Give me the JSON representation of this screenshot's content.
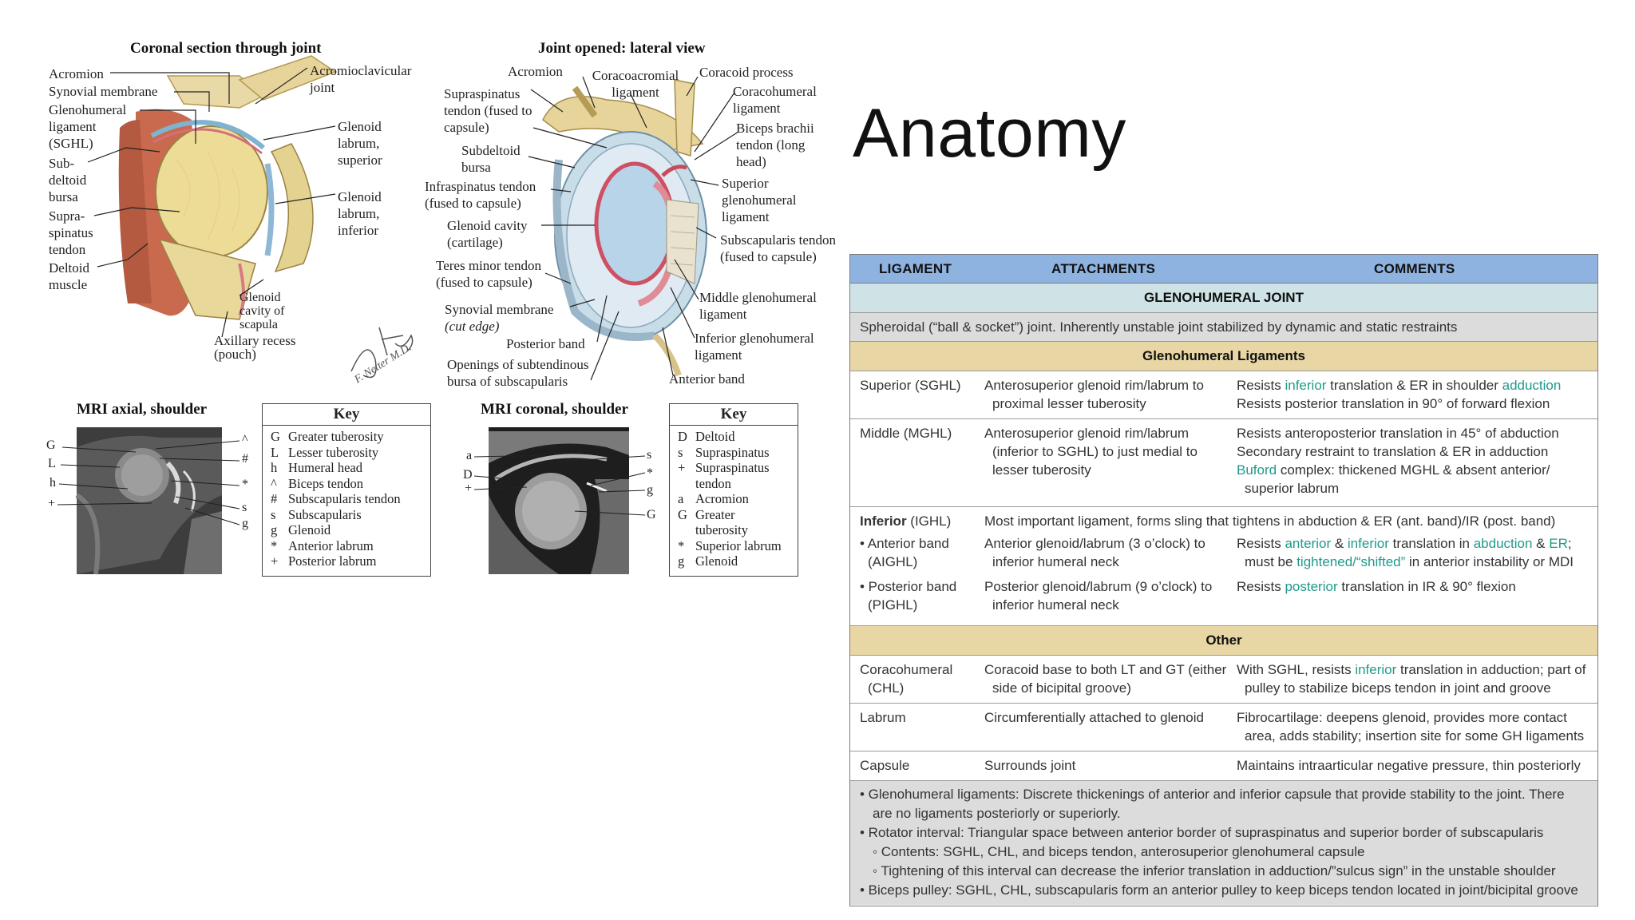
{
  "slide": {
    "title": "Anatomy"
  },
  "figure": {
    "coronal": {
      "title": "Coronal section through joint",
      "labels": {
        "acromion": "Acromion",
        "synovial": "Synovial membrane",
        "gh_lig": "Glenohumeral ligament (SGHL)",
        "subdeltoid": "Sub-deltoid bursa",
        "supraspinatus": "Supra-spinatus tendon",
        "deltoid": "Deltoid muscle",
        "ac_joint": "Acromioclavicular joint",
        "labrum_sup": "Glenoid labrum, superior",
        "labrum_inf": "Glenoid labrum, inferior",
        "glenoid_cavity": "Glenoid cavity of scapula",
        "axillary": "Axillary recess (pouch)"
      }
    },
    "lateral": {
      "title": "Joint opened: lateral view",
      "labels": {
        "acromion": "Acromion",
        "coracoacromial": "Coracoacromial ligament",
        "coracoid": "Coracoid process",
        "coracohumeral": "Coracohumeral ligament",
        "biceps": "Biceps brachii tendon (long head)",
        "sup_gh": "Superior glenohumeral ligament",
        "subscap": "Subscapularis tendon (fused to capsule)",
        "mid_gh": "Middle glenohumeral ligament",
        "inf_gh": "Inferior glenohumeral ligament",
        "anterior_band": "Anterior band",
        "supraspinatus": "Supraspinatus tendon (fused to capsule)",
        "subdeltoid": "Subdeltoid bursa",
        "infraspinatus": "Infraspinatus tendon (fused to capsule)",
        "glenoid_cavity": "Glenoid cavity (cartilage)",
        "teres_minor": "Teres minor tendon (fused to capsule)",
        "synovial": "Synovial membrane",
        "cut_edge": "(cut edge)",
        "posterior_band": "Posterior band",
        "openings": "Openings of subtendinous bursa of subscapularis"
      },
      "signature": "F. Netter M.D."
    },
    "mri_axial": {
      "title": "MRI axial, shoulder",
      "left_marks": [
        "G",
        "L",
        "h",
        "+"
      ],
      "right_marks": [
        "^",
        "#",
        "*",
        "s",
        "g"
      ],
      "key_title": "Key",
      "key": [
        {
          "sym": "G",
          "text": "Greater tuberosity"
        },
        {
          "sym": "L",
          "text": "Lesser tuberosity"
        },
        {
          "sym": "h",
          "text": "Humeral head"
        },
        {
          "sym": "^",
          "text": "Biceps tendon"
        },
        {
          "sym": "#",
          "text": "Subscapularis tendon"
        },
        {
          "sym": "s",
          "text": "Subscapularis"
        },
        {
          "sym": "g",
          "text": "Glenoid"
        },
        {
          "sym": "*",
          "text": "Anterior labrum"
        },
        {
          "sym": "+",
          "text": "Posterior labrum"
        }
      ]
    },
    "mri_coronal": {
      "title": "MRI coronal, shoulder",
      "left_marks": [
        "a",
        "D",
        "+"
      ],
      "right_marks": [
        "s",
        "*",
        "g",
        "G"
      ],
      "key_title": "Key",
      "key": [
        {
          "sym": "D",
          "text": "Deltoid"
        },
        {
          "sym": "s",
          "text": "Supraspinatus"
        },
        {
          "sym": "+",
          "text": "Supraspinatus"
        },
        {
          "sym": "",
          "text": "tendon"
        },
        {
          "sym": "a",
          "text": "Acromion"
        },
        {
          "sym": "G",
          "text": "Greater"
        },
        {
          "sym": "",
          "text": "tuberosity"
        },
        {
          "sym": "*",
          "text": "Superior labrum"
        },
        {
          "sym": "g",
          "text": "Glenoid"
        }
      ]
    }
  },
  "table": {
    "headers": [
      "LIGAMENT",
      "ATTACHMENTS",
      "COMMENTS"
    ],
    "section_gh_joint": "GLENOHUMERAL JOINT",
    "spheroidal": "Spheroidal (“ball & socket”) joint. Inherently unstable joint stabilized by dynamic and static restraints",
    "section_gh_ligaments": "Glenohumeral Ligaments",
    "superior": {
      "name": "Superior (SGHL)",
      "attach": "Anterosuperior glenoid rim/labrum to proximal lesser tuberosity",
      "c_a": "Resists ",
      "c_b": "inferior",
      "c_c": " translation & ER in shoulder ",
      "c_d": "adduction",
      "c_e": "Resists posterior translation in 90° of forward flexion"
    },
    "middle": {
      "name": "Middle (MGHL)",
      "attach": "Anterosuperior glenoid rim/labrum (inferior to SGHL) to just medial to lesser tuberosity",
      "c1": "Resists anteroposterior translation in 45° of abduction",
      "c2": "Secondary restraint to translation & ER in adduction",
      "c3a": "Buford",
      "c3b": " complex: thickened MGHL & absent anterior/ superior labrum"
    },
    "inferior": {
      "name_b": "Inferior",
      "name_r": " (IGHL)",
      "desc": "Most important ligament, forms sling that tightens in abduction & ER (ant. band)/IR (post. band)",
      "ant_name": "• Anterior band (AIGHL)",
      "ant_attach": "Anterior glenoid/labrum (3 o’clock) to inferior humeral neck",
      "ant_a": "Resists ",
      "ant_b": "anterior",
      "ant_c": " & ",
      "ant_d": "inferior",
      "ant_e": " translation in ",
      "ant_f": "abduction",
      "ant_g": " & ",
      "ant_h": "ER",
      "ant_i": ";",
      "ant_j": "must be ",
      "ant_k": "tightened/“shifted”",
      "ant_l": " in anterior instability or MDI",
      "post_name": "• Posterior band (PIGHL)",
      "post_attach": "Posterior glenoid/labrum (9 o’clock) to inferior humeral neck",
      "post_a": "Resists ",
      "post_b": "posterior",
      "post_c": " translation in IR & 90° flexion"
    },
    "section_other": "Other",
    "chl": {
      "name": "Coracohumeral (CHL)",
      "attach": "Coracoid base to both LT and GT (either side of bicipital groove)",
      "c_a": "With SGHL, resists ",
      "c_b": "inferior",
      "c_c": " translation in adduction; part of pulley to stabilize biceps tendon in joint and groove"
    },
    "labrum": {
      "name": "Labrum",
      "attach": "Circumferentially attached to glenoid",
      "comment": "Fibrocartilage: deepens glenoid, provides more contact area, adds stability; insertion site for some GH ligaments"
    },
    "capsule": {
      "name": "Capsule",
      "attach": "Surrounds joint",
      "comment": "Maintains intraarticular negative pressure, thin posteriorly"
    },
    "notes": {
      "n1": "• Glenohumeral ligaments: Discrete thickenings of anterior and inferior capsule that provide stability to the joint. There are no ligaments posteriorly or superiorly.",
      "n2": "• Rotator interval: Triangular space between anterior border of supraspinatus and superior border of subscapularis",
      "n3": "◦ Contents: SGHL, CHL, and biceps tendon, anterosuperior glenohumeral capsule",
      "n4": "◦ Tightening of this interval can decrease the inferior translation in adduction/”sulcus sign” in the unstable shoulder",
      "n5": "• Biceps pulley: SGHL, CHL, subscapularis form an anterior pulley to keep biceps tendon located in joint/bicipital groove"
    }
  }
}
